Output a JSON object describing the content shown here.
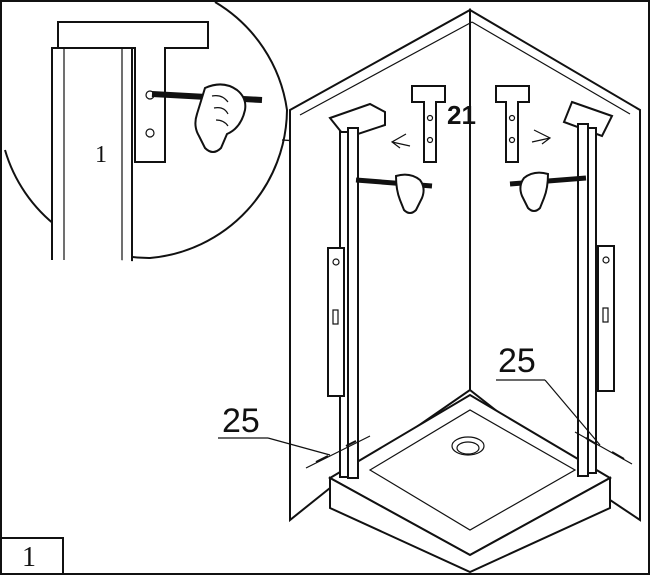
{
  "figure": {
    "step_number": "1",
    "detail_label": "1",
    "part_label": "21",
    "dimension_left": "25",
    "dimension_right": "25"
  },
  "colors": {
    "ink": "#111111",
    "paper": "#ffffff"
  },
  "icons": [
    "pencil-hand-icon",
    "arrow-left-icon",
    "arrow-right-icon"
  ]
}
